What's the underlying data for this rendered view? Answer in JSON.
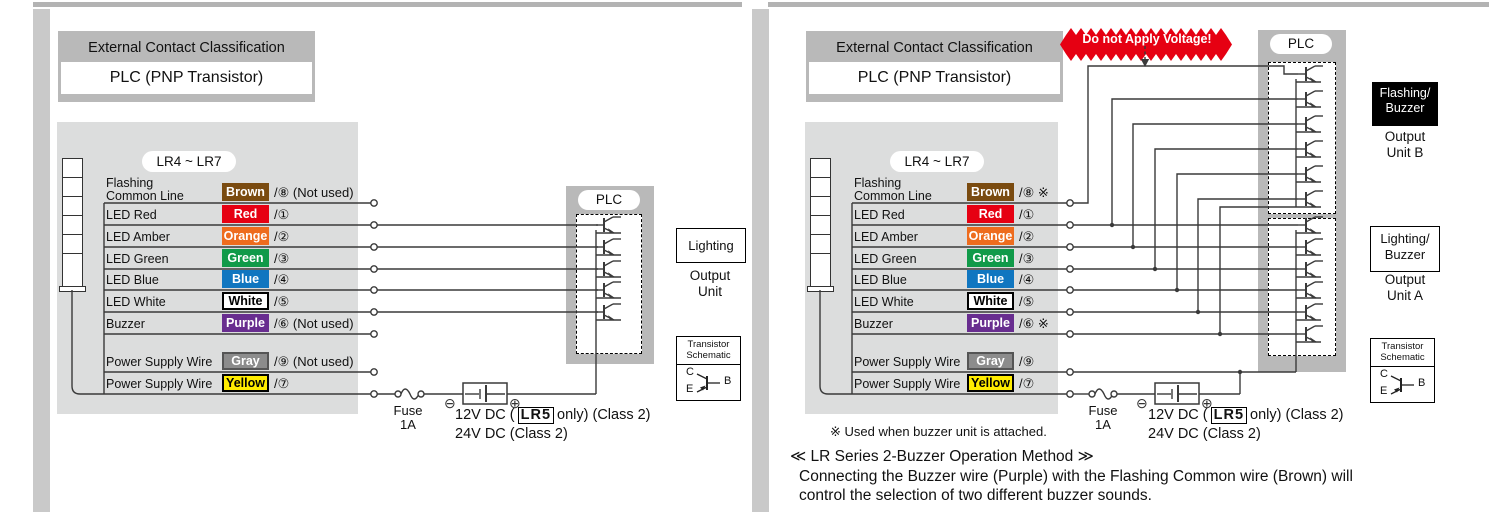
{
  "page": {
    "warning": "Do not Apply Voltage!",
    "note": "※ Used when buzzer unit is attached.",
    "footer_heading": "≪ LR Series 2-Buzzer Operation Method ≫",
    "footer_lines": [
      "Connecting the Buzzer wire (Purple) with the Flashing Common wire (Brown) will",
      "control the selection of two different buzzer sounds."
    ]
  },
  "colors": {
    "brown": "#7a4b10",
    "red": "#e60012",
    "orange": "#ee6c1e",
    "green": "#109a49",
    "blue": "#1076c0",
    "white": "#ffffff",
    "purple": "#682d8f",
    "gray": "#8c8c8c",
    "yellow": "#ffec00",
    "black_text": "#000000",
    "white_text": "#ffffff",
    "warning_red": "#e60012"
  },
  "diagrams": [
    {
      "header_line1": "External Contact Classification",
      "header_line2": "PLC (PNP Transistor)",
      "model_range": "LR4 ~ LR7",
      "plc_label": "PLC",
      "rows": [
        {
          "label": "Flashing",
          "label2": "Common Line",
          "color": "Brown",
          "suffix": "/⑧  (Not used)"
        },
        {
          "label": "LED Red",
          "label2": "",
          "color": "Red",
          "suffix": "/①"
        },
        {
          "label": "LED Amber",
          "label2": "",
          "color": "Orange",
          "suffix": "/②"
        },
        {
          "label": "LED Green",
          "label2": "",
          "color": "Green",
          "suffix": "/③"
        },
        {
          "label": "LED Blue",
          "label2": "",
          "color": "Blue",
          "suffix": "/④"
        },
        {
          "label": "LED White",
          "label2": "",
          "color": "White",
          "suffix": "/⑤"
        },
        {
          "label": "Buzzer",
          "label2": "",
          "color": "Purple",
          "suffix": "/⑥  (Not used)"
        },
        {
          "label": "Power Supply Wire",
          "label2": "",
          "color": "Gray",
          "suffix": "/⑨  (Not used)"
        },
        {
          "label": "Power Supply Wire",
          "label2": "",
          "color": "Yellow",
          "suffix": "/⑦"
        }
      ],
      "lighting_box": "Lighting",
      "output_caption": [
        "Output",
        "Unit"
      ],
      "transistor_schematic": {
        "title1": "Transistor",
        "title2": "Schematic",
        "c": "C",
        "b": "B",
        "e": "E"
      },
      "fuse": [
        "Fuse",
        "1A"
      ],
      "battery": {
        "minus": "⊖",
        "plus": "⊕"
      },
      "power": {
        "dc12_pre": "12V DC (",
        "lr5": "LR5",
        "dc12_post": "only) (Class 2)",
        "dc24": "24V DC (Class 2)"
      }
    },
    {
      "header_line1": "External Contact Classification",
      "header_line2": "PLC (PNP Transistor)",
      "model_range": "LR4 ~ LR7",
      "plc_label": "PLC",
      "rows": [
        {
          "label": "Flashing",
          "label2": "Common Line",
          "color": "Brown",
          "suffix": "/⑧ ※"
        },
        {
          "label": "LED Red",
          "label2": "",
          "color": "Red",
          "suffix": "/①"
        },
        {
          "label": "LED Amber",
          "label2": "",
          "color": "Orange",
          "suffix": "/②"
        },
        {
          "label": "LED Green",
          "label2": "",
          "color": "Green",
          "suffix": "/③"
        },
        {
          "label": "LED Blue",
          "label2": "",
          "color": "Blue",
          "suffix": "/④"
        },
        {
          "label": "LED White",
          "label2": "",
          "color": "White",
          "suffix": "/⑤"
        },
        {
          "label": "Buzzer",
          "label2": "",
          "color": "Purple",
          "suffix": "/⑥ ※"
        },
        {
          "label": "Power Supply Wire",
          "label2": "",
          "color": "Gray",
          "suffix": "/⑨"
        },
        {
          "label": "Power Supply Wire",
          "label2": "",
          "color": "Yellow",
          "suffix": "/⑦"
        }
      ],
      "unit_b_box": [
        "Flashing/",
        "Buzzer"
      ],
      "unit_b_caption": [
        "Output",
        "Unit B"
      ],
      "unit_a_box": [
        "Lighting/",
        "Buzzer"
      ],
      "unit_a_caption": [
        "Output",
        "Unit A"
      ],
      "transistor_schematic": {
        "title1": "Transistor",
        "title2": "Schematic",
        "c": "C",
        "b": "B",
        "e": "E"
      },
      "fuse": [
        "Fuse",
        "1A"
      ],
      "battery": {
        "minus": "⊖",
        "plus": "⊕"
      },
      "power": {
        "dc12_pre": "12V DC (",
        "lr5": "LR5",
        "dc12_post": "only) (Class 2)",
        "dc24": "24V DC (Class 2)"
      }
    }
  ],
  "swatch_styles": {
    "Brown": {
      "bg": "#7a4b10",
      "fg": "#ffffff"
    },
    "Red": {
      "bg": "#e60012",
      "fg": "#ffffff"
    },
    "Orange": {
      "bg": "#ee6c1e",
      "fg": "#ffffff"
    },
    "Green": {
      "bg": "#109a49",
      "fg": "#ffffff"
    },
    "Blue": {
      "bg": "#1076c0",
      "fg": "#ffffff"
    },
    "White": {
      "bg": "#ffffff",
      "fg": "#000000"
    },
    "Purple": {
      "bg": "#682d8f",
      "fg": "#ffffff"
    },
    "Gray": {
      "bg": "#8c8c8c",
      "fg": "#ffffff"
    },
    "Yellow": {
      "bg": "#ffec00",
      "fg": "#000000"
    }
  }
}
